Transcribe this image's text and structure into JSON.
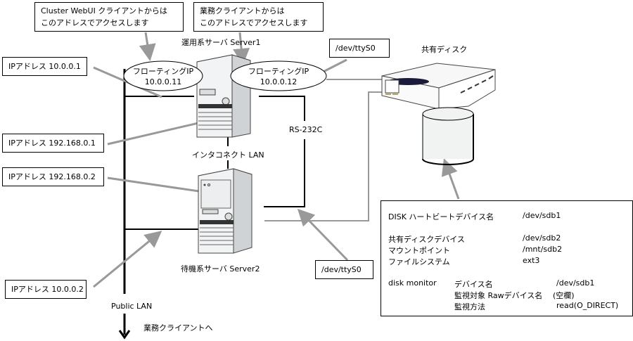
{
  "callouts": {
    "webui": {
      "line1": "Cluster WebUI クライアントからは",
      "line2": "このアドレスでアクセスします"
    },
    "business": {
      "line1": "業務クライアントからは",
      "line2": "このアドレスでアクセスします"
    },
    "ip_10_0_0_1": "IPアドレス 10.0.0.1",
    "ip_192_168_0_1": "IPアドレス 192.168.0.1",
    "ip_192_168_0_2": "IPアドレス 192.168.0.2",
    "ip_10_0_0_2": "IPアドレス 10.0.0.2",
    "tty_top": "/dev/ttyS0",
    "tty_bottom": "/dev/ttyS0"
  },
  "floating_ips": [
    {
      "label": "フローティングIP",
      "address": "10.0.0.11"
    },
    {
      "label": "フローティングIP",
      "address": "10.0.0.12"
    }
  ],
  "servers": {
    "primary": "運用系サーバ Server1",
    "standby": "待機系サーバ Server2"
  },
  "networks": {
    "interconnect": "インタコネクト LAN",
    "serial": "RS-232C",
    "public": "Public LAN",
    "to_clients": "業務クライアントへ"
  },
  "shared_disk": {
    "title": "共有ディスク"
  },
  "disk_info": {
    "heartbeat": {
      "label": "DISK ハートビートデバイス名",
      "value": "/dev/sdb1"
    },
    "shared_device": {
      "label": "共有ディスクデバイス",
      "value": "/dev/sdb2"
    },
    "mount_point": {
      "label": "マウントポイント",
      "value": "/mnt/sdb2"
    },
    "filesystem": {
      "label": "ファイルシステム",
      "value": "ext3"
    },
    "monitor": {
      "name": "disk monitor",
      "rows": [
        {
          "label": "デバイス名",
          "value": "/dev/sdb1"
        },
        {
          "label": "監視対象 Rawデバイス名",
          "value": "(空欄)"
        },
        {
          "label": "監視方法",
          "value": "read(O_DIRECT)"
        }
      ]
    }
  }
}
